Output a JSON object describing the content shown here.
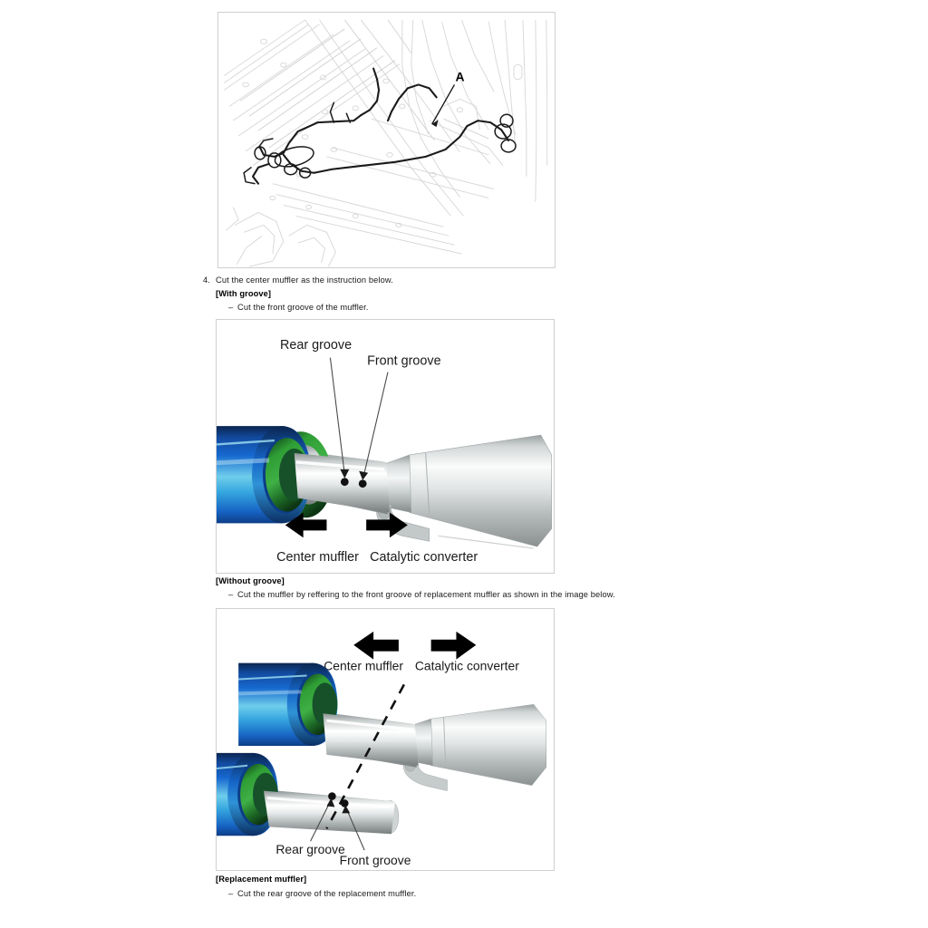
{
  "document": {
    "type": "service-manual-procedure",
    "background_color": "#ffffff"
  },
  "steps": {
    "step4": {
      "number": "4.",
      "text": "Cut the center muffler as the instruction below."
    }
  },
  "sections": [
    {
      "heading": "[With groove]",
      "bullet_marker": "–",
      "bullet": "Cut the front groove of the muffler."
    },
    {
      "heading": "[Without groove]",
      "bullet_marker": "–",
      "bullet": "Cut the muffler by reffering to the front groove of replacement muffler as shown in the image below."
    },
    {
      "heading": "[Replacement muffler]",
      "bullet_marker": "–",
      "bullet": "Cut the rear groove of the replacement muffler."
    }
  ],
  "figures": {
    "underbody": {
      "caption_callouts": [
        {
          "label": "A"
        }
      ],
      "description": "Vehicle underbody line drawing with exhaust routing highlighted"
    },
    "with_groove": {
      "labels": {
        "rear_groove": "Rear groove",
        "front_groove": "Front groove",
        "center_muffler": "Center muffler",
        "catalytic_converter": "Catalytic converter"
      },
      "arrows": [
        {
          "name": "center-muffler-arrow",
          "direction": "left"
        },
        {
          "name": "catalytic-converter-arrow",
          "direction": "right"
        }
      ]
    },
    "without_groove": {
      "labels": {
        "center_muffler": "Center muffler",
        "catalytic_converter": "Catalytic converter",
        "rear_groove": "Rear groove",
        "front_groove": "Front groove"
      },
      "arrows": [
        {
          "name": "center-muffler-arrow",
          "direction": "left"
        },
        {
          "name": "catalytic-converter-arrow",
          "direction": "right"
        }
      ],
      "cut_line_style": "dashed"
    }
  },
  "colors": {
    "muffler_blue_dark": "#0b2f63",
    "muffler_blue": "#1565c8",
    "muffler_blue_light": "#7fd4ef",
    "ring_green": "#2f9e35",
    "ring_green_dark": "#12491d",
    "pipe_silver_light": "#ffffff",
    "pipe_silver": "#b9bdbd",
    "pipe_silver_dark": "#7e8484",
    "frame_border": "#cfcfcf",
    "line_art": "#d4d4d4",
    "line_art_bold": "#1a1a1a",
    "text": "#1a1a1a"
  }
}
